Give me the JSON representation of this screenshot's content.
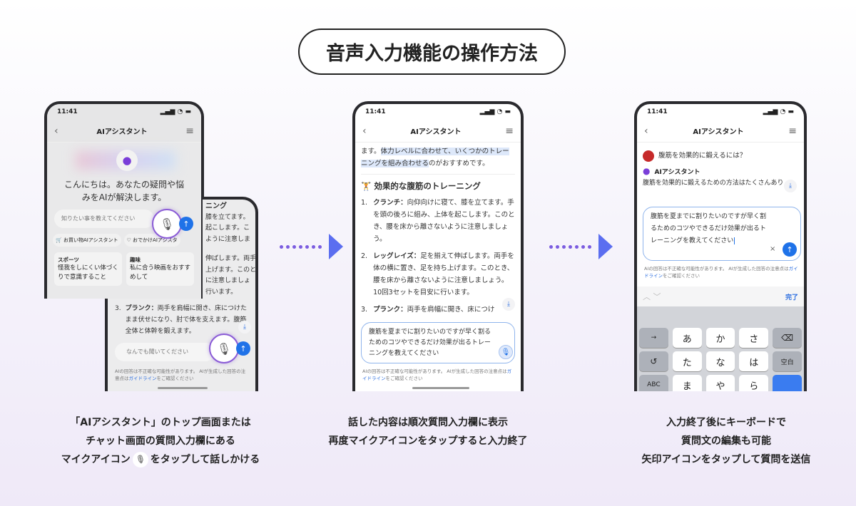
{
  "title": "音声入力機能の操作方法",
  "common": {
    "time": "11:41",
    "nav_title": "AIアシスタント",
    "disclaimer_a": "AIの回答は不正確な可能性があります。 AIが生成した回答の注意点は",
    "disclaimer_link": "ガイドライン",
    "disclaimer_b": "をご確認ください"
  },
  "phone1": {
    "greeting": "こんにちは。あなたの疑問や悩みをAIが解決します。",
    "input_placeholder": "知りたい事を教えてください",
    "chips": [
      "お買い物AIアシスタント",
      "おでかけAIアシスタ"
    ],
    "cards": [
      {
        "title": "スポーツ",
        "body": "怪我をしにくい体づくりで意識すること"
      },
      {
        "title": "趣味",
        "body": "私に合う映画をおすすめして"
      }
    ]
  },
  "phone1b": {
    "heading_tail": "ニング",
    "lines": [
      "膝を立てます。",
      "起こします。こ",
      "ように注意しま",
      "伸ばします。両手",
      "上げます。このと",
      "に注意しましょ",
      "行います。"
    ],
    "item3_num": "3.",
    "item3_bold": "プランク：",
    "item3": "両手を肩幅に開き、床につけたまま伏せになり、肘で体を支えます。腹筋全体と体幹を鍛えます。",
    "input_placeholder": "なんでも聞いてください"
  },
  "phone2": {
    "intro_a": "ます。",
    "intro_hl": "体力レベルに合わせて、いくつかのトレーニングを組み合わせる",
    "intro_b": "のがおすすめです。",
    "heading": "効果的な腹筋のトレーニング",
    "items": [
      {
        "num": "1.",
        "bold": "クランチ：",
        "text": "向仰向けに寝て、膝を立てます。手を頭の後ろに組み、上体を起こします。このとき、腰を床から離さないように注意しましょう。"
      },
      {
        "num": "2.",
        "bold": "レッグレイズ：",
        "text": "足を揃えて伸ばします。両手を体の横に置き、足を持ち上げます。このとき、腰を床から離さないように注意しましょう。10回3セットを目安に行います。"
      },
      {
        "num": "3.",
        "bold": "プランク：",
        "text": "両手を肩幅に開き、床につけ"
      }
    ],
    "input_text": "腹筋を夏までに割りたいのですが早く割るためのコツやできるだけ効果が出るトレーニングを教えてください"
  },
  "phone3": {
    "user_question": "腹筋を効果的に鍛えるには？",
    "assistant_name": "AIアシスタント",
    "answer_start": "腹筋を効果的に鍛えるための方法はたくさんあり",
    "input_text": "腹筋を夏までに割りたいのですが早く割るためのコツやできるだけ効果が出るトレーニングを教えてください",
    "clear": "×",
    "done": "完了",
    "keys": [
      "→",
      "あ",
      "か",
      "さ",
      "⌫",
      "↺",
      "た",
      "な",
      "は",
      "空白",
      "ABC",
      "ま",
      "や",
      "ら",
      ""
    ]
  },
  "captions": [
    {
      "lines": [
        "「AIアシスタント」のトップ画面または",
        "チャット画面の質問入力欄にある"
      ],
      "line3_a": "マイクアイコン",
      "line3_b": "をタップして話しかける"
    },
    {
      "lines": [
        "話した内容は順次質問入力欄に表示",
        "再度マイクアイコンをタップすると入力終了"
      ]
    },
    {
      "lines": [
        "入力終了後にキーボードで",
        "質問文の編集も可能",
        "矢印アイコンをタップして質問を送信"
      ]
    }
  ],
  "colors": {
    "accent": "#1f72e8",
    "arrow": "#5b6ef0",
    "mic_ring": "#8a5bd6"
  }
}
